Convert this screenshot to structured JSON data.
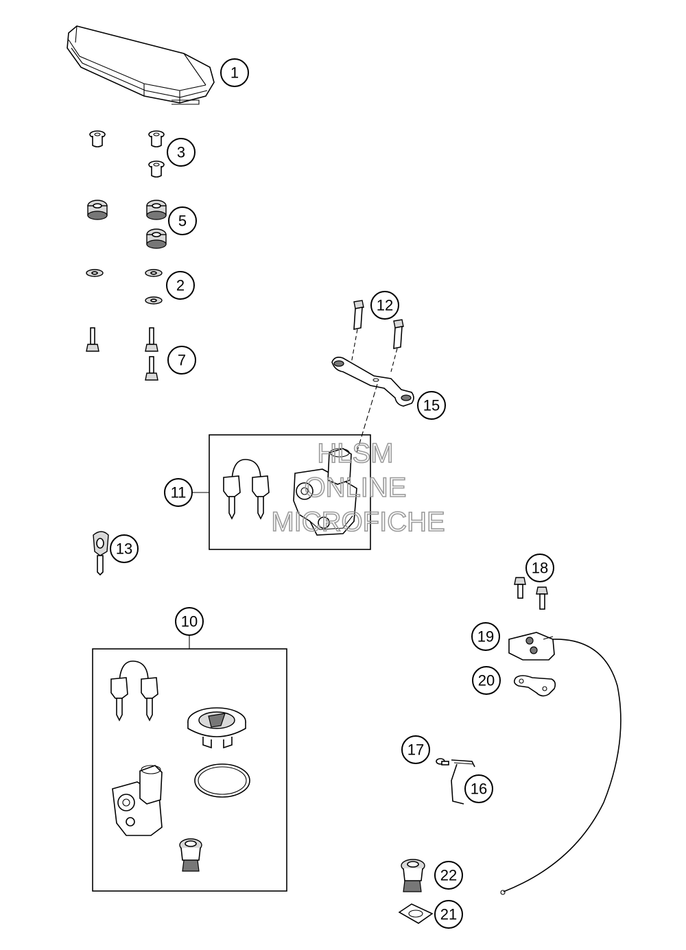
{
  "callouts": {
    "c1": "1",
    "c2": "2",
    "c3": "3",
    "c5": "5",
    "c7": "7",
    "c10": "10",
    "c11": "11",
    "c12": "12",
    "c13": "13",
    "c15": "15",
    "c16": "16",
    "c17": "17",
    "c18": "18",
    "c19": "19",
    "c20": "20",
    "c21": "21",
    "c22": "22"
  },
  "watermark": {
    "line1": "HLSM",
    "line2": "ONLINE",
    "line3": "MICROFICHE"
  }
}
